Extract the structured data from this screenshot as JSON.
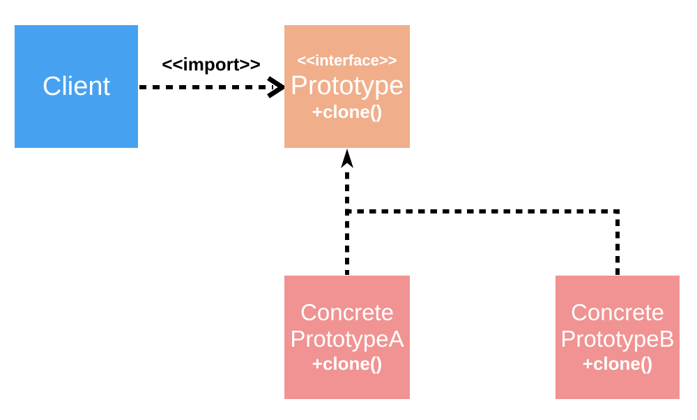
{
  "diagram": {
    "kind": "uml-class-diagram",
    "pattern": "Prototype"
  },
  "colors": {
    "client_fill": "#46A2F1",
    "interface_fill": "#F0AE8B",
    "concrete_fill": "#F09392",
    "node_text": "#FFFFFF",
    "line": "#000000",
    "label_text": "#000000"
  },
  "nodes": {
    "client": {
      "label": "Client",
      "fill": "#46A2F1"
    },
    "prototype": {
      "stereotype": "<<interface>>",
      "name": "Prototype",
      "method": "+clone()",
      "fill": "#F0AE8B"
    },
    "concrete_a": {
      "name_line1": "Concrete",
      "name_line2": "PrototypeA",
      "method": "+clone()",
      "fill": "#F09392"
    },
    "concrete_b": {
      "name_line1": "Concrete",
      "name_line2": "PrototypeB",
      "method": "+clone()",
      "fill": "#F09392"
    }
  },
  "edges": {
    "import": {
      "label": "<<import>>",
      "from": "Client",
      "to": "Prototype",
      "style": "dashed, open arrowhead"
    },
    "realization_a": {
      "from": "ConcretePrototypeA",
      "to": "Prototype",
      "style": "dashed, solid arrowhead"
    },
    "realization_b": {
      "from": "ConcretePrototypeB",
      "to": "Prototype",
      "style": "dashed, merges into realization_a"
    }
  }
}
